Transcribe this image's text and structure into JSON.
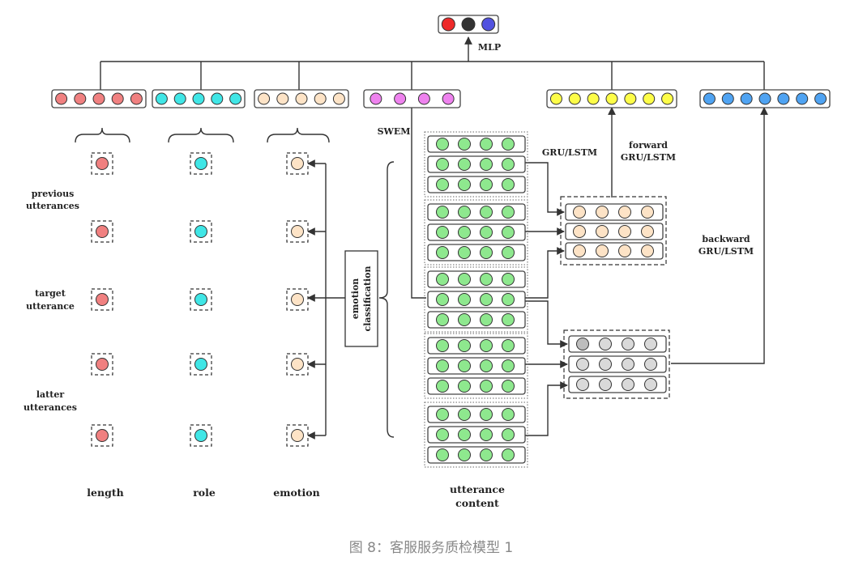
{
  "labels": {
    "mlp": "MLP",
    "swem": "SWEM",
    "gru_lstm": "GRU/LSTM",
    "forward": [
      "forward",
      "GRU/LSTM"
    ],
    "backward": [
      "backward",
      "GRU/LSTM"
    ],
    "previous": [
      "previous",
      "utterances"
    ],
    "target": [
      "target",
      "utterance"
    ],
    "latter": [
      "latter",
      "utterances"
    ],
    "emotion_classification": [
      "emotion",
      "classification"
    ],
    "length": "length",
    "role": "role",
    "emotion": "emotion",
    "utterance_content": [
      "utterance",
      "content"
    ]
  },
  "caption": "图 8：客服服务质检模型 1",
  "colors": {
    "mlp": [
      "#ee2a2a",
      "#333333",
      "#5252e0"
    ],
    "length": "#f08080",
    "role": "#40e6e6",
    "emotion": "#fde3c6",
    "swem": "#ee82ee",
    "forward": "#fdfd48",
    "backward": "#4fa3f2",
    "utterance": "#8ee88e",
    "forward_hidden": "#fde3c6",
    "backward_hidden": "#d9d9d9",
    "backward_hidden_first": "#bdbdbd"
  }
}
